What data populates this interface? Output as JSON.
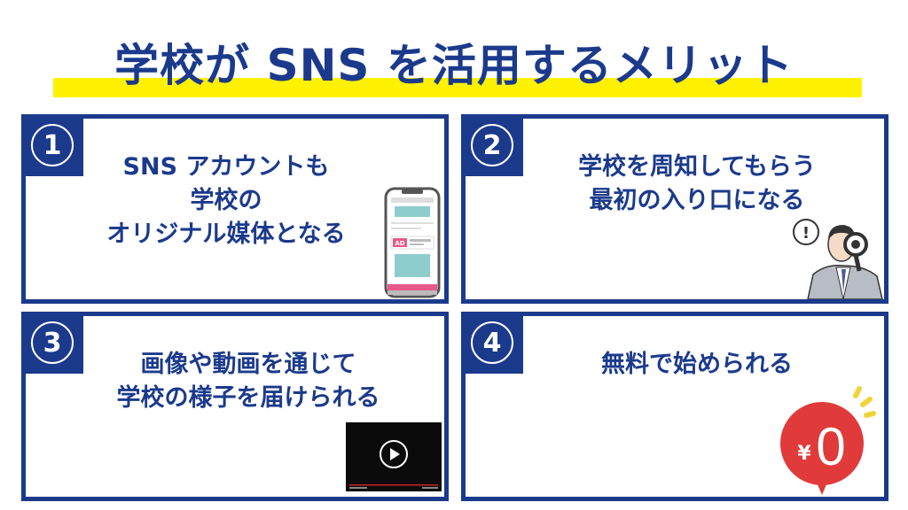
{
  "title": "学校が SNS を活用するメリット",
  "colors": {
    "navy": "#1b3a8c",
    "yellow": "#fff100",
    "red": "#e03a3a"
  },
  "cards": [
    {
      "number": "1",
      "lines": [
        "SNS アカウントも",
        "学校の",
        "オリジナル媒体となる"
      ],
      "icon": "smartphone-ad-icon",
      "ad_label": "AD"
    },
    {
      "number": "2",
      "lines": [
        "学校を周知してもらう",
        "最初の入り口になる"
      ],
      "icon": "man-magnifier-icon",
      "exclaim": "!"
    },
    {
      "number": "3",
      "lines": [
        "画像や動画を通じて",
        "学校の様子を届けられる"
      ],
      "icon": "video-player-icon"
    },
    {
      "number": "4",
      "lines": [
        "無料で始められる"
      ],
      "icon": "yen-zero-icon",
      "yen": "¥",
      "zero": "0"
    }
  ]
}
